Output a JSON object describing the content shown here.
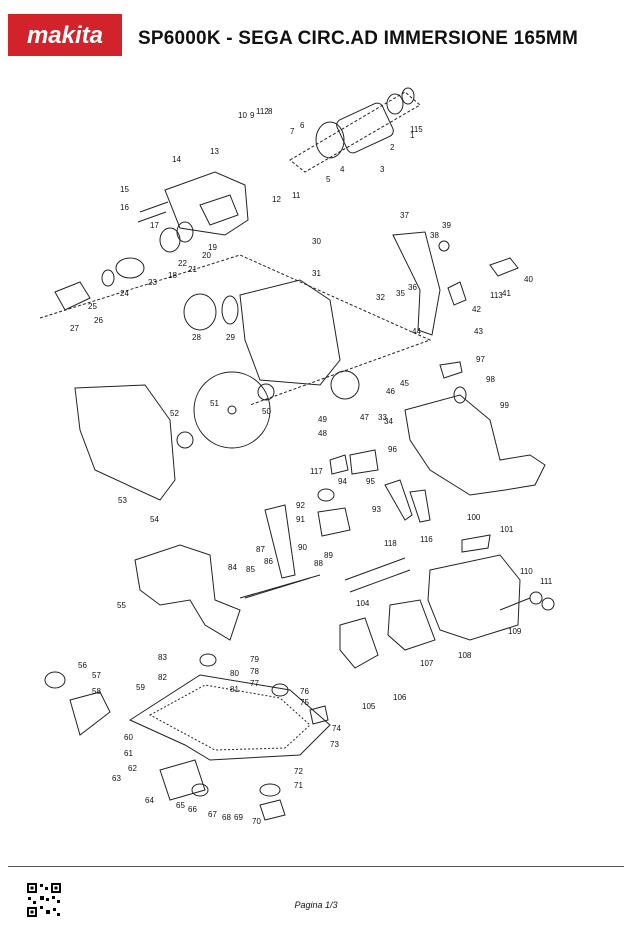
{
  "header": {
    "brand": "makita",
    "title": "SP6000K - SEGA CIRC.AD IMMERSIONE 165MM"
  },
  "footer": {
    "page": "Pagina 1/3"
  },
  "colors": {
    "brand_red": "#d2232a",
    "line": "#222222"
  },
  "diagram": {
    "part_numbers": [
      "1",
      "2",
      "3",
      "4",
      "5",
      "6",
      "7",
      "8",
      "9",
      "10",
      "11",
      "12",
      "13",
      "14",
      "15",
      "16",
      "17",
      "18",
      "19",
      "20",
      "21",
      "22",
      "23",
      "24",
      "25",
      "26",
      "27",
      "28",
      "29",
      "30",
      "31",
      "32",
      "33",
      "34",
      "35",
      "36",
      "37",
      "38",
      "39",
      "40",
      "41",
      "42",
      "43",
      "44",
      "45",
      "46",
      "47",
      "48",
      "49",
      "50",
      "51",
      "52",
      "53",
      "54",
      "55",
      "56",
      "57",
      "58",
      "59",
      "60",
      "61",
      "62",
      "63",
      "64",
      "65",
      "66",
      "67",
      "68",
      "69",
      "70",
      "71",
      "72",
      "73",
      "74",
      "75",
      "76",
      "77",
      "78",
      "79",
      "80",
      "81",
      "82",
      "83",
      "84",
      "85",
      "86",
      "87",
      "88",
      "89",
      "90",
      "91",
      "92",
      "93",
      "94",
      "95",
      "96",
      "97",
      "98",
      "99",
      "100",
      "101",
      "104",
      "105",
      "106",
      "107",
      "108",
      "109",
      "110",
      "111",
      "112",
      "113",
      "115",
      "116",
      "117",
      "118"
    ]
  }
}
